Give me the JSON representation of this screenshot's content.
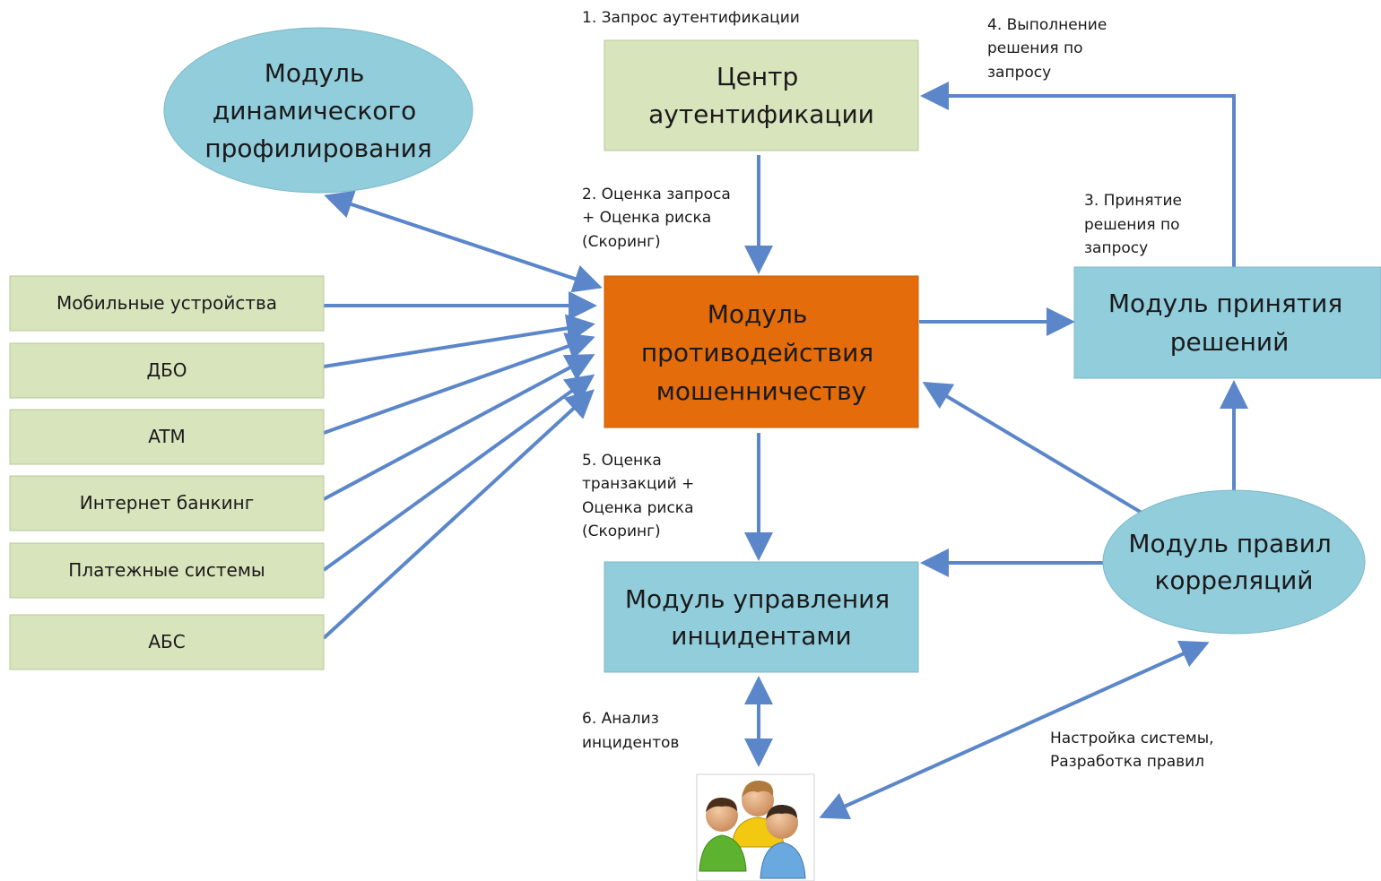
{
  "colors": {
    "arrow": "#5b86c9",
    "green_box": "#d8e4bc",
    "blue_box": "#92cddc",
    "orange_box": "#e46c0a"
  },
  "sources": [
    "Мобильные устройства",
    "ДБО",
    "ATM",
    "Интернет банкинг",
    "Платежные системы",
    "АБС"
  ],
  "modules": {
    "profiling": [
      "Модуль",
      "динамического",
      "профилирования"
    ],
    "auth_center": [
      "Центр",
      "аутентификации"
    ],
    "antifraud": [
      "Модуль",
      "противодействия",
      "мошенничеству"
    ],
    "decision": [
      "Модуль принятия",
      "решений"
    ],
    "incidents": [
      "Модуль управления",
      "инцидентами"
    ],
    "correlation": [
      "Модуль правил",
      "корреляций"
    ]
  },
  "labels": {
    "step1": [
      "1. Запрос аутентификации"
    ],
    "step2": [
      "2. Оценка запроса",
      "+ Оценка риска",
      "(Скоринг)"
    ],
    "step3": [
      "3. Принятие",
      "решения по",
      "запросу"
    ],
    "step4": [
      "4. Выполнение",
      "решения по",
      "запросу"
    ],
    "step5": [
      "5. Оценка",
      "транзакций +",
      "Оценка риска",
      "(Скоринг)"
    ],
    "step6": [
      "6. Анализ",
      "инцидентов"
    ],
    "setup": [
      "Настройка системы,",
      "Разработка правил"
    ]
  },
  "icons": {
    "analysts": "users-group-icon"
  }
}
